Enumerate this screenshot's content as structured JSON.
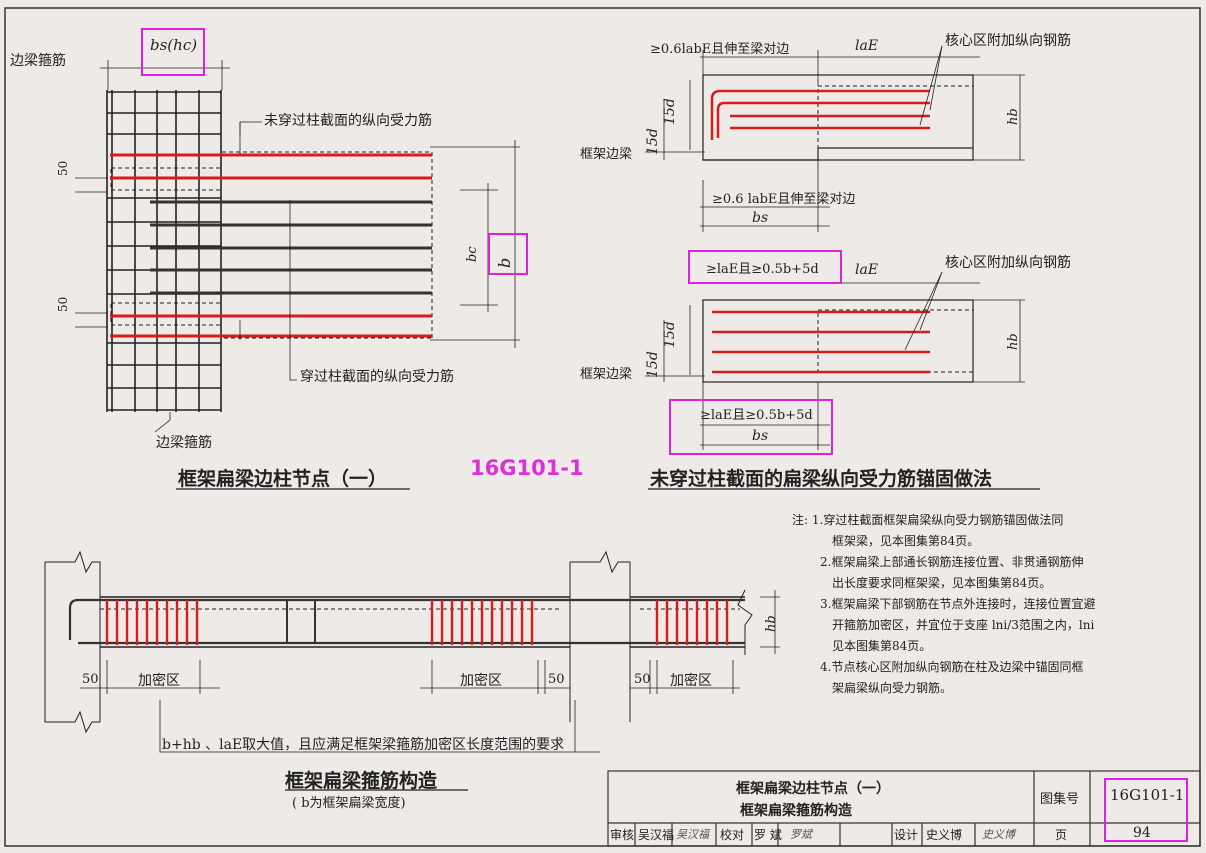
{
  "left_detail": {
    "label_edge_stirrup_top": "边梁箍筋",
    "label_bs_hc": "bs(hc)",
    "label_not_through": "未穿过柱截面的纵向受力筋",
    "label_through": "穿过柱截面的纵向受力筋",
    "label_edge_stirrup_bottom": "边梁箍筋",
    "dim_50_a": "50",
    "dim_50_b": "50",
    "label_bc": "bc",
    "label_b": "b",
    "title": "框架扁梁边柱节点（一）"
  },
  "watermark_code": "16G101-1",
  "right_detail_1": {
    "label_top": "≥0.6labE且伸至梁对边",
    "label_lae": "laE",
    "label_core": "核心区附加纵向钢筋",
    "label_15d_a": "15d",
    "label_15d_b": "15d",
    "label_hb": "hb",
    "label_edge_beam": "框架边梁",
    "label_bottom": "≥0.6 labE且伸至梁对边",
    "label_bs": "bs"
  },
  "right_detail_2": {
    "label_top": "≥laE且≥0.5b+5d",
    "label_lae": "laE",
    "label_core": "核心区附加纵向钢筋",
    "label_15d_a": "15d",
    "label_15d_b": "15d",
    "label_hb": "hb",
    "label_edge_beam": "框架边梁",
    "label_bottom": "≥laE且≥0.5b+5d",
    "label_bs": "bs"
  },
  "right_title": "未穿过柱截面的扁梁纵向受力筋锚固做法",
  "notes": {
    "prefix": "注:",
    "lines": [
      "1.穿过柱截面框架扁梁纵向受力钢筋锚固做法同",
      "框架梁，见本图集第84页。",
      "2.框架扁梁上部通长钢筋连接位置、非贯通钢筋伸",
      "出长度要求同框架梁，见本图集第84页。",
      "3.框架扁梁下部钢筋在节点外连接时，连接位置宜避",
      "开箍筋加密区，并宜位于支座 lni/3范围之内，lni",
      "见本图集第84页。",
      "4.节点核心区附加纵向钢筋在柱及边梁中锚固同框",
      "架扁梁纵向受力钢筋。"
    ]
  },
  "bottom_detail": {
    "dim_50_1": "50",
    "label_dense_1": "加密区",
    "label_dense_2": "加密区",
    "dim_50_2": "50",
    "dim_50_3": "50",
    "label_dense_3": "加密区",
    "label_hb": "hb",
    "label_requirement": "b+hb 、laE取大值，且应满足框架梁箍筋加密区长度范围的要求",
    "title": "框架扁梁箍筋构造",
    "subtitle": "( b为框架扁梁宽度)"
  },
  "title_block": {
    "title_line1": "框架扁梁边柱节点（一）",
    "title_line2": "框架扁梁箍筋构造",
    "atlas_label": "图集号",
    "atlas_value": "16G101-1",
    "review_label": "审核",
    "review_name": "吴汉福",
    "review_sign": "吴汉福",
    "check_label": "校对",
    "check_name": "罗  斌",
    "check_sign": "罗斌",
    "design_label": "设计",
    "design_name": "史义博",
    "design_sign": "史义博",
    "page_label": "页",
    "page_value": "94"
  }
}
